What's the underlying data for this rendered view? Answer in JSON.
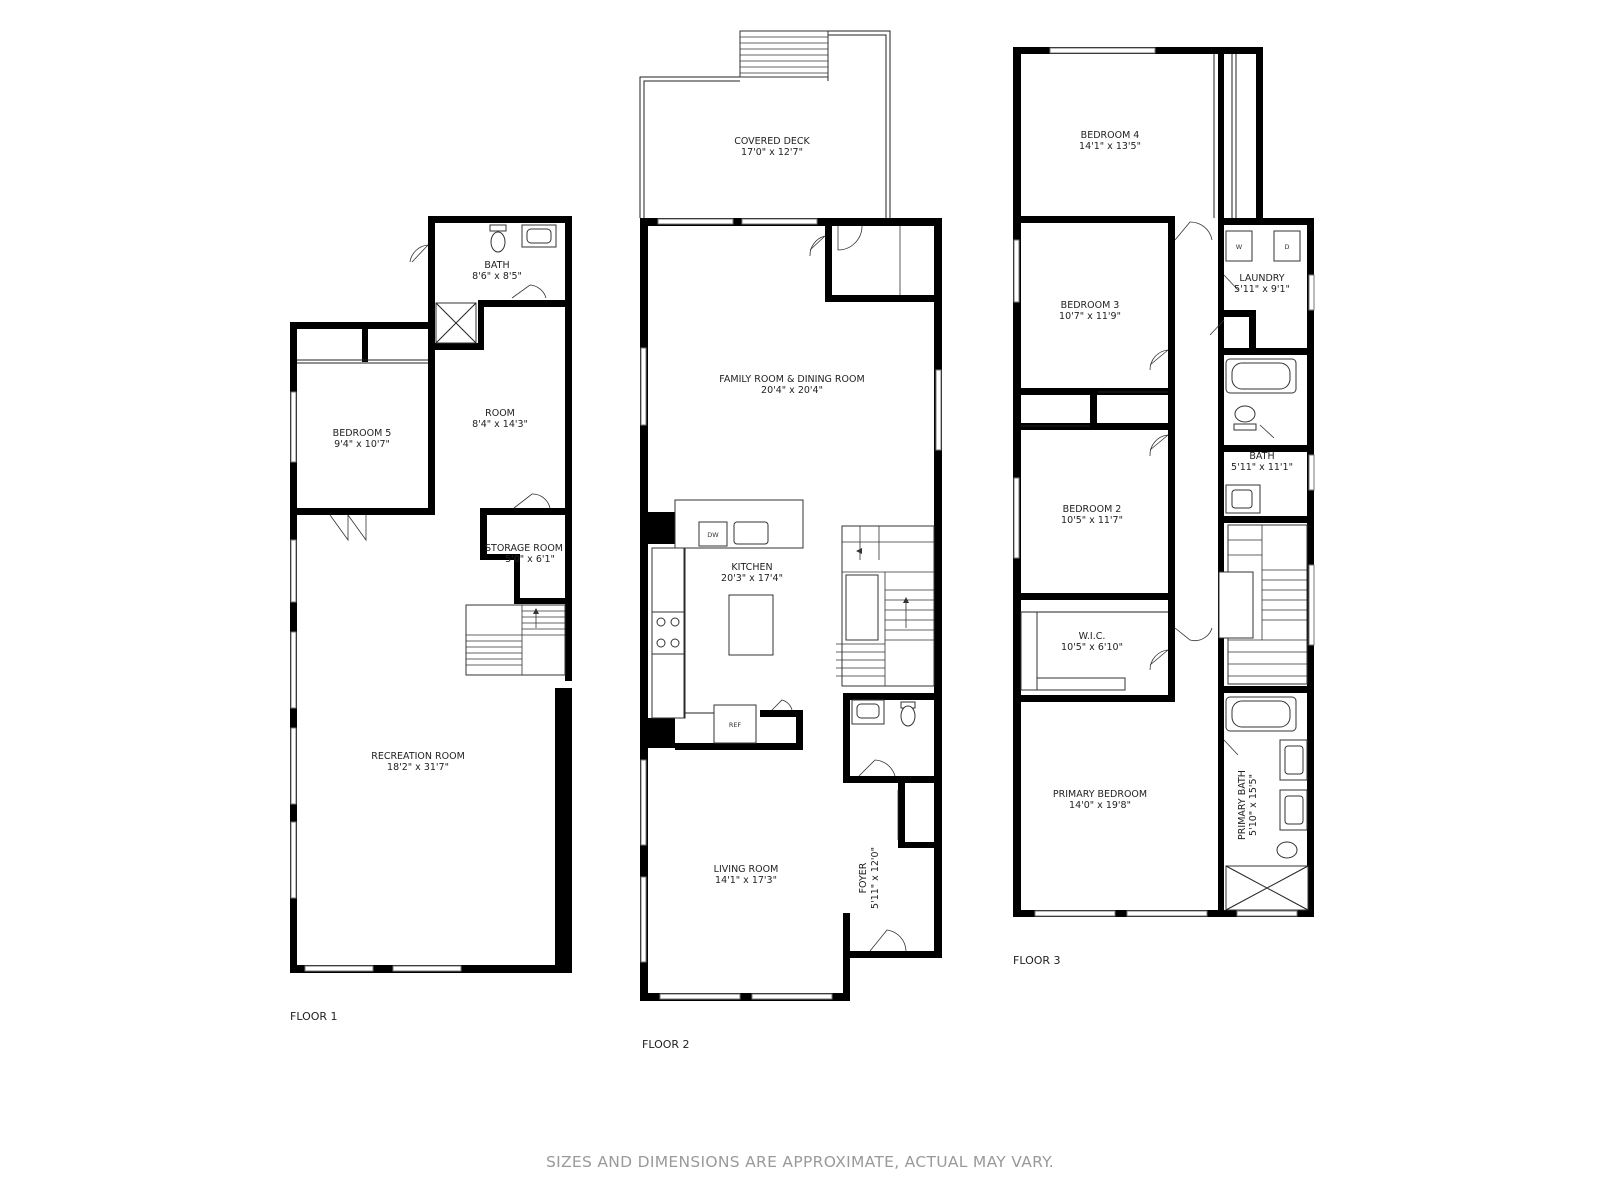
{
  "floors": [
    {
      "label": "FLOOR 1",
      "rooms": [
        {
          "name": "BATH",
          "size": "8'6\" x 8'5\""
        },
        {
          "name": "BEDROOM 5",
          "size": "9'4\" x 10'7\""
        },
        {
          "name": "ROOM",
          "size": "8'4\" x 14'3\""
        },
        {
          "name": "STORAGE ROOM",
          "size": "5'0\" x 6'1\""
        },
        {
          "name": "RECREATION ROOM",
          "size": "18'2\" x 31'7\""
        }
      ]
    },
    {
      "label": "FLOOR 2",
      "rooms": [
        {
          "name": "COVERED DECK",
          "size": "17'0\" x 12'7\""
        },
        {
          "name": "FAMILY ROOM & DINING ROOM",
          "size": "20'4\" x 20'4\""
        },
        {
          "name": "KITCHEN",
          "size": "20'3\" x 17'4\""
        },
        {
          "name": "LIVING ROOM",
          "size": "14'1\" x 17'3\""
        },
        {
          "name": "FOYER",
          "size": "5'11\" x 12'0\""
        }
      ],
      "appliances": {
        "dishwasher": "DW",
        "refrigerator": "REF"
      }
    },
    {
      "label": "FLOOR 3",
      "rooms": [
        {
          "name": "BEDROOM 4",
          "size": "14'1\" x 13'5\""
        },
        {
          "name": "BEDROOM 3",
          "size": "10'7\" x 11'9\""
        },
        {
          "name": "LAUNDRY",
          "size": "5'11\" x 9'1\""
        },
        {
          "name": "BATH",
          "size": "5'11\" x 11'1\""
        },
        {
          "name": "BEDROOM 2",
          "size": "10'5\" x 11'7\""
        },
        {
          "name": "W.I.C.",
          "size": "10'5\" x 6'10\""
        },
        {
          "name": "PRIMARY BEDROOM",
          "size": "14'0\" x 19'8\""
        },
        {
          "name": "PRIMARY BATH",
          "size": "5'10\" x 15'5\""
        }
      ],
      "appliances": {
        "washer": "W",
        "dryer": "D"
      }
    }
  ],
  "disclaimer": "SIZES AND DIMENSIONS ARE APPROXIMATE, ACTUAL MAY VARY."
}
